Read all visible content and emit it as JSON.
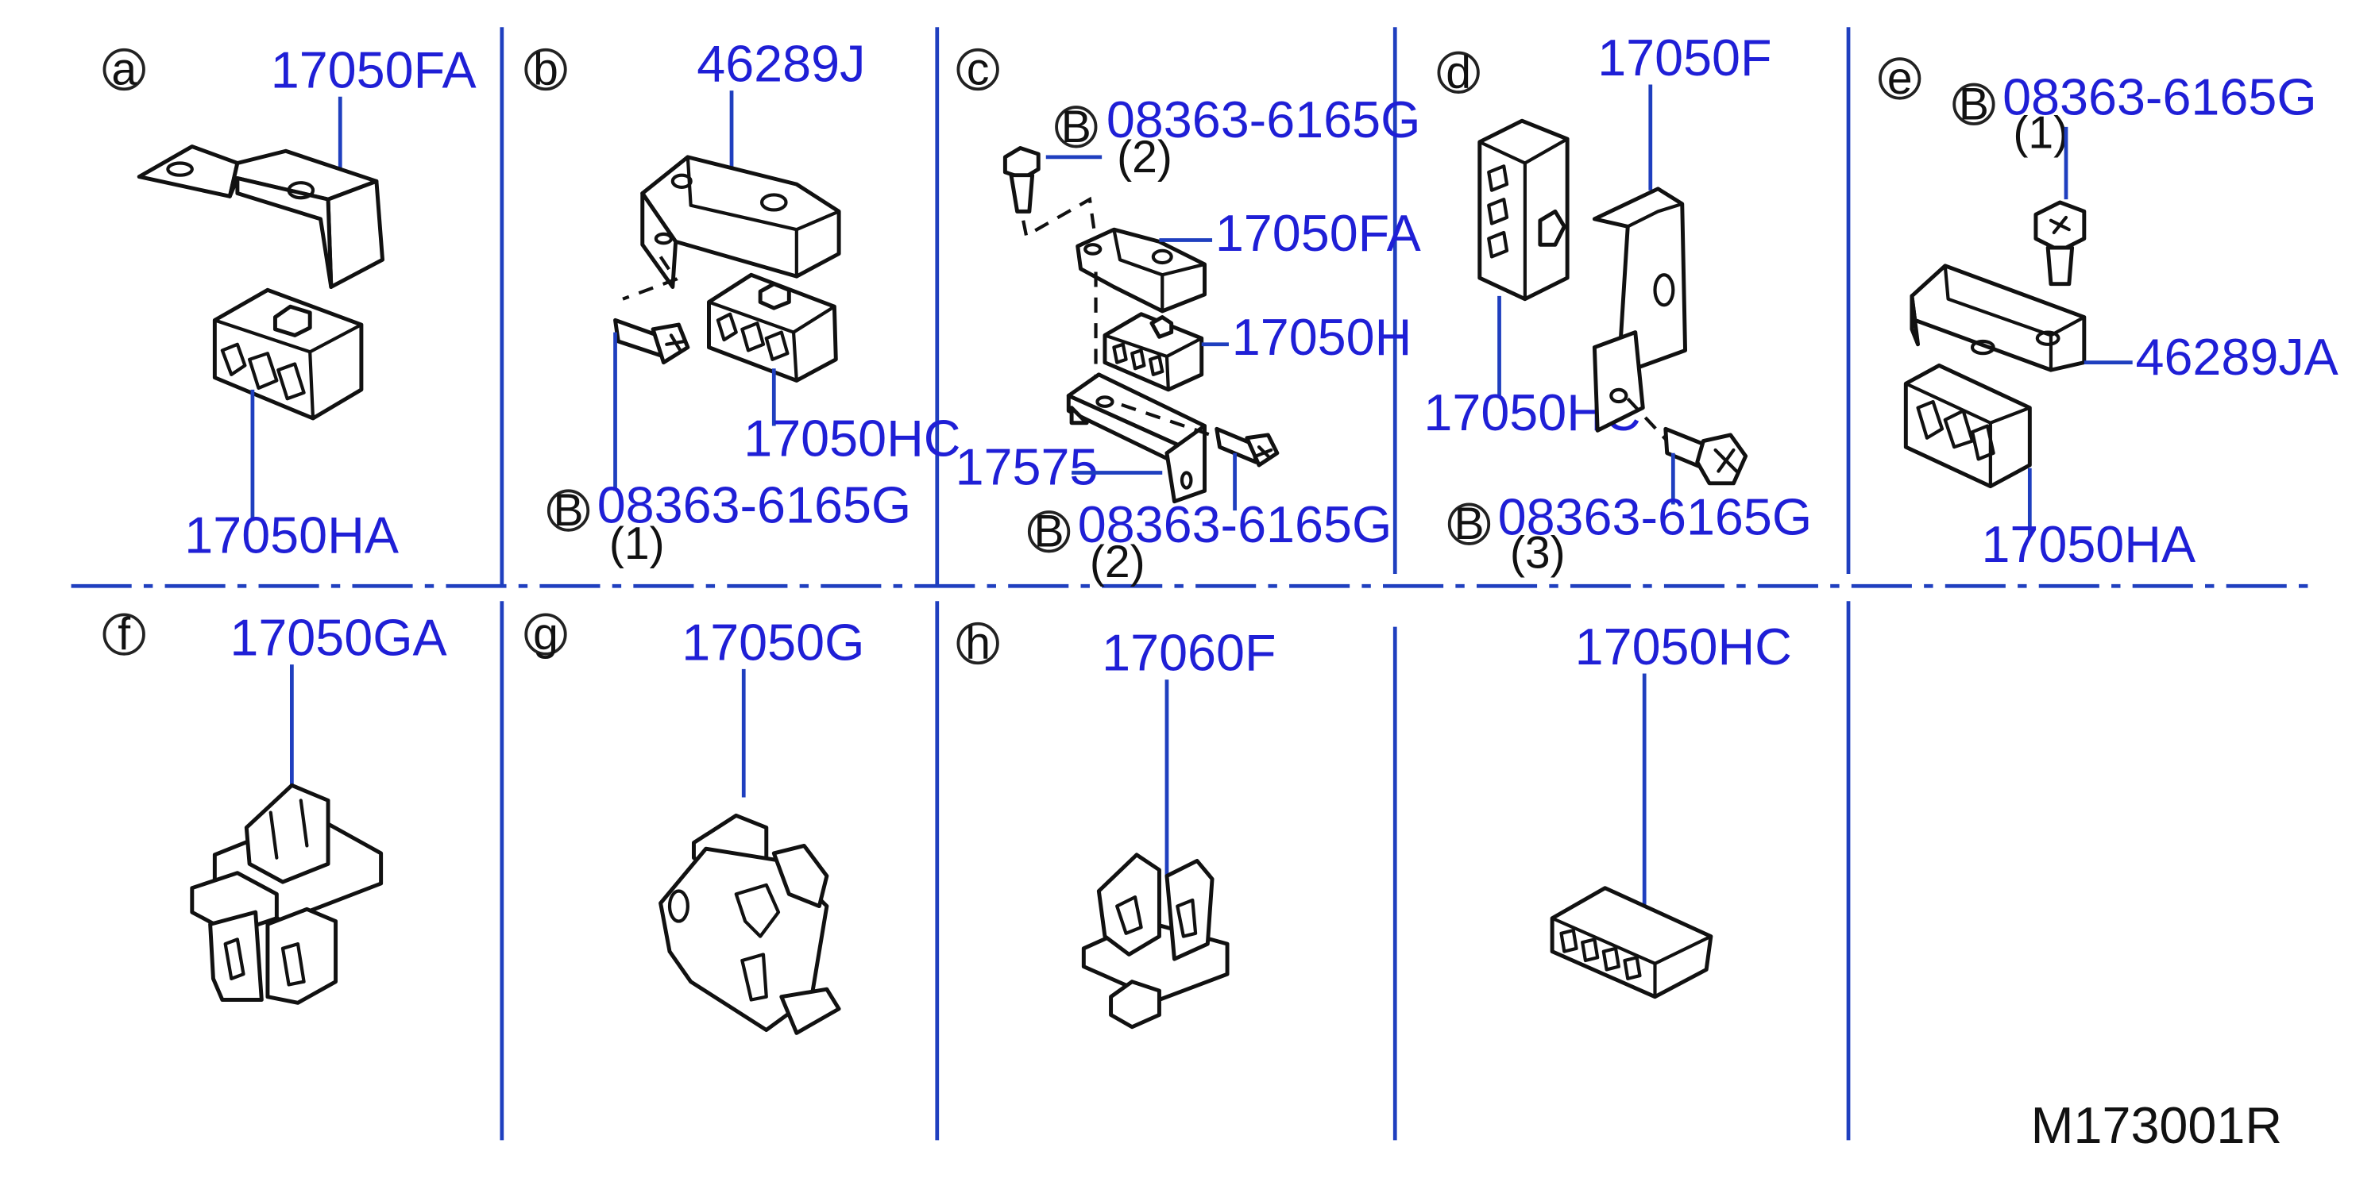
{
  "sections": {
    "a": {
      "letter": "a",
      "parts": {
        "p1": "17050FA",
        "p2": "17050HA"
      }
    },
    "b": {
      "letter": "b",
      "parts": {
        "p1": "46289J",
        "p2": "17050HC",
        "bolt": "08363-6165G"
      },
      "bolt_mark": "B",
      "bolt_qty": "(1)"
    },
    "c": {
      "letter": "c",
      "parts": {
        "bolt_top": "08363-6165G",
        "p1": "17050FA",
        "p2": "17050H",
        "p3": "17575",
        "bolt_bottom": "08363-6165G"
      },
      "bolt_mark_top": "B",
      "bolt_qty_top": "(2)",
      "bolt_mark_bottom": "B",
      "bolt_qty_bottom": "(2)"
    },
    "d": {
      "letter": "d",
      "parts": {
        "p1": "17050F",
        "p2": "17050HC",
        "bolt": "08363-6165G"
      },
      "bolt_mark": "B",
      "bolt_qty": "(3)"
    },
    "e": {
      "letter": "e",
      "parts": {
        "bolt": "08363-6165G",
        "p1": "46289JA",
        "p2": "17050HA"
      },
      "bolt_mark": "B",
      "bolt_qty": "(1)"
    },
    "f": {
      "letter": "f",
      "parts": {
        "p1": "17050GA"
      }
    },
    "g": {
      "letter": "g",
      "parts": {
        "p1": "17050G"
      }
    },
    "h": {
      "letter": "h",
      "parts": {
        "p1": "17060F"
      }
    },
    "i": {
      "parts": {
        "p1": "17050HC"
      }
    }
  },
  "reference_code": "M173001R",
  "colors": {
    "part_number": "#1f1fd6",
    "leader_line": "#1f3fbf",
    "outline": "#111111"
  }
}
